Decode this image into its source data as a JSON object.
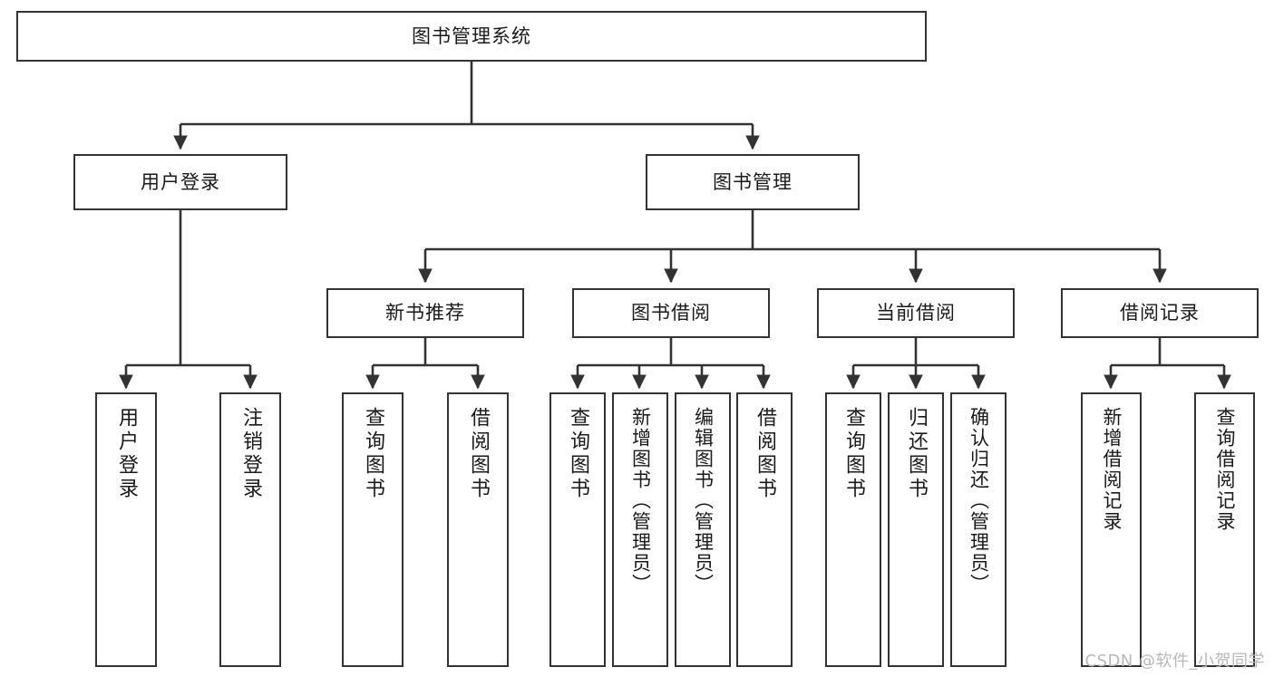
{
  "diagram": {
    "title": "图书管理系统",
    "type": "tree-hierarchy-diagram",
    "colors": {
      "box_border": "#333333",
      "box_fill": "#ffffff",
      "edge": "#333333",
      "text": "#1a1a1a",
      "watermark": "#b8b8b8",
      "background": "#ffffff"
    },
    "root": {
      "label": "图书管理系统"
    },
    "level2": [
      {
        "label": "用户登录"
      },
      {
        "label": "图书管理"
      }
    ],
    "level3": [
      {
        "label": "新书推荐"
      },
      {
        "label": "图书借阅"
      },
      {
        "label": "当前借阅"
      },
      {
        "label": "借阅记录"
      }
    ],
    "leaves": {
      "user_login": [
        {
          "label": "用户登录"
        },
        {
          "label": "注销登录"
        }
      ],
      "new_book_recommend": [
        {
          "label": "查询图书"
        },
        {
          "label": "借阅图书"
        }
      ],
      "book_borrow": [
        {
          "label": "查询图书"
        },
        {
          "label": "新增图书（管理员）"
        },
        {
          "label": "编辑图书（管理员）"
        },
        {
          "label": "借阅图书"
        }
      ],
      "current_borrow": [
        {
          "label": "查询图书"
        },
        {
          "label": "归还图书"
        },
        {
          "label": "确认归还（管理员）"
        }
      ],
      "borrow_record": [
        {
          "label": "新增借阅记录"
        },
        {
          "label": "查询借阅记录"
        }
      ]
    }
  },
  "watermark": {
    "text": "CSDN @软件_小贺同学"
  }
}
